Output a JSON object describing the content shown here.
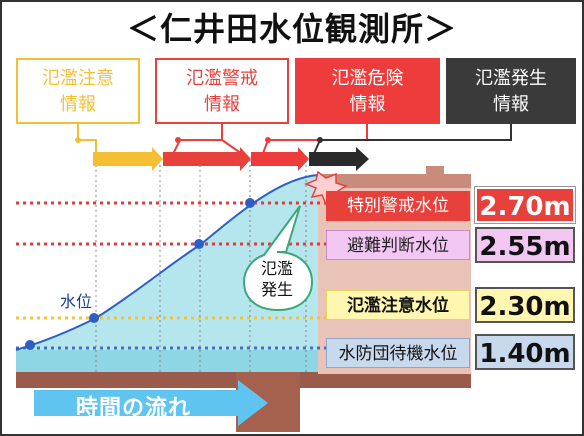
{
  "title": "＜仁井田水位観測所＞",
  "info_boxes": [
    {
      "line1": "氾濫注意",
      "line2": "情報",
      "color": "#f4bf33"
    },
    {
      "line1": "氾濫警戒",
      "line2": "情報",
      "color": "#e8413c"
    },
    {
      "line1": "氾濫危険",
      "line2": "情報",
      "color": "#ee3b3b"
    },
    {
      "line1": "氾濫発生",
      "line2": "情報",
      "color": "#3a3a3a"
    }
  ],
  "levels": [
    {
      "label": "特別警戒水位",
      "value": "2.70m",
      "color": "#e8413c"
    },
    {
      "label": "避難判断水位",
      "value": "2.55m",
      "color": "#f3c7f3"
    },
    {
      "label": "氾濫注意水位",
      "value": "2.30m",
      "color": "#fff6b0"
    },
    {
      "label": "水防団待機水位",
      "value": "1.40m",
      "color": "#c8d9ee"
    }
  ],
  "water_label": "水位",
  "flood_bubble": {
    "line1": "氾濫",
    "line2": "発生"
  },
  "time_label": "時間の流れ"
}
